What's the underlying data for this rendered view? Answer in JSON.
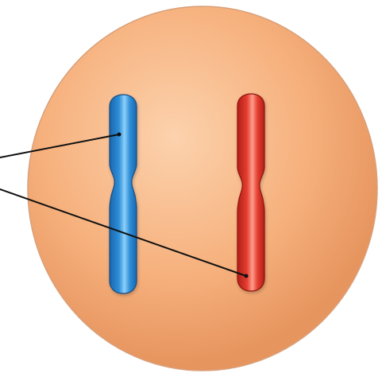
{
  "diagram": {
    "cell": {
      "fill": "#f6b07c",
      "rim": "#e7955f",
      "highlight": "#fcd2ad",
      "outline": "#d8a07a"
    },
    "chromosomes": [
      {
        "color": "blue",
        "fill": "#2f8fd8",
        "shade": "#1a66ad",
        "highlight": "#8ed0fb",
        "outline": "#174e85"
      },
      {
        "color": "red",
        "fill": "#e33d2f",
        "shade": "#b31e18",
        "highlight": "#ff9c8c",
        "outline": "#8e1410"
      }
    ],
    "pointer_line_color": "#111111",
    "pointer_count": 2
  }
}
